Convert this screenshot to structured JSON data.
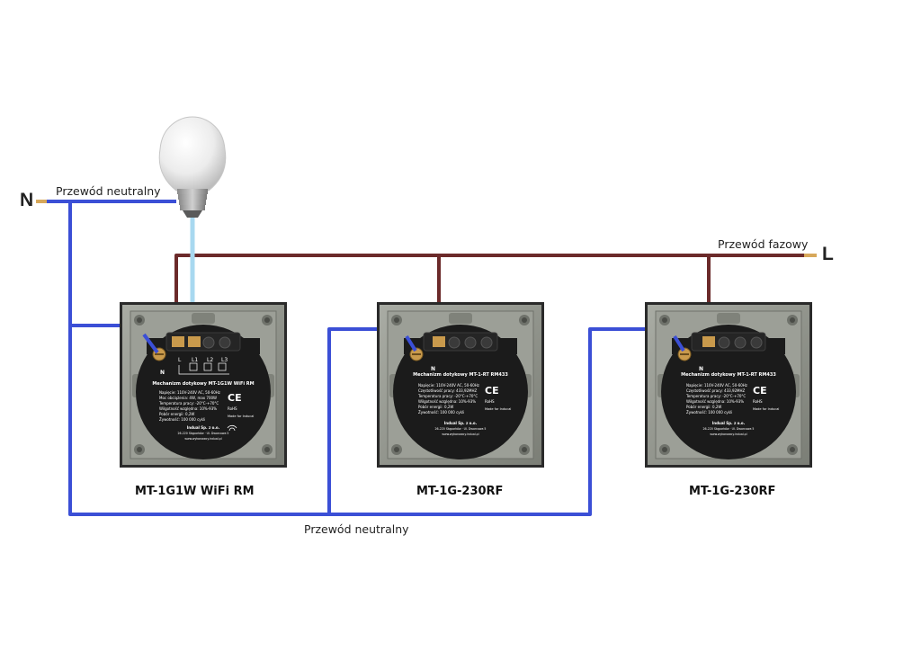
{
  "terminals": {
    "neutral": "N",
    "phase": "L"
  },
  "labels": {
    "neutral_top": "Przewód neutralny",
    "neutral_bottom": "Przewód neutralny",
    "phase": "Przewód fazowy"
  },
  "devices": [
    {
      "name": "MT-1G1W WiFi RM",
      "module_title": "Mechanizm dotykowy MT-1G1W  WiFi RM",
      "terminals": [
        "N",
        "L",
        "L1",
        "L2",
        "L3"
      ],
      "spec_lines": [
        "Napięcie: 110V-240V AC, 50-60Hz",
        "Moc obciążenia: 4W, max 700W",
        "Temperatura pracy: -20°C-+70°C",
        "Wilgotność względna: 10%-93%",
        "Pobór energii: 0,2W",
        "Żywotność: 100 000 cykli"
      ],
      "marks": [
        "CE",
        "RoHS",
        "Made for Inducal"
      ],
      "company": "Indual Sp. z o.o.",
      "address": "26-220 Stąporków · Ul. Dworcowa 5",
      "website": "www.wykonawcy.indual.pl"
    },
    {
      "name": "MT-1G-230RF",
      "module_title": "Mechanizm dotykowy  MT-1-RT  RM433",
      "terminals": [
        "N"
      ],
      "spec_lines": [
        "Napięcie: 110V-240V AC, 50-60Hz",
        "Częstotliwość pracy: 433,92MHZ",
        "Temperatura pracy: -20°C-+70°C",
        "Wilgotność względna: 10%-93%",
        "Pobór energii: 0,2W",
        "Żywotność: 100 000 cykli"
      ],
      "marks": [
        "CE",
        "RoHS",
        "Made for Inducal"
      ],
      "company": "Indual Sp. z o.o.",
      "address": "26-220 Stąporków · Ul. Dworcowa 5",
      "website": "www.wykonawcy.indual.pl"
    },
    {
      "name": "MT-1G-230RF",
      "module_title": "Mechanizm dotykowy  MT-1-RT  RM433",
      "terminals": [
        "N"
      ],
      "spec_lines": [
        "Napięcie: 110V-240V AC, 50-60Hz",
        "Częstotliwość pracy: 433,92MHZ",
        "Temperatura pracy: -20°C-+70°C",
        "Wilgotność względna: 10%-93%",
        "Pobór energii: 0,2W",
        "Żywotność: 100 000 cykli"
      ],
      "marks": [
        "CE",
        "RoHS",
        "Made for Inducal"
      ],
      "company": "Indual Sp. z o.o.",
      "address": "26-220 Stąporków · Ul. Dworcowa 5",
      "website": "www.wykonawcy.indual.pl"
    }
  ],
  "colors": {
    "neutral_wire": "#3b4fd6",
    "phase_wire": "#6b2a2a",
    "switched_wire": "#a8d8f0",
    "module_body": "#1b1b1b",
    "frame": "#8e9188",
    "terminal_copper": "#d7a85a"
  }
}
